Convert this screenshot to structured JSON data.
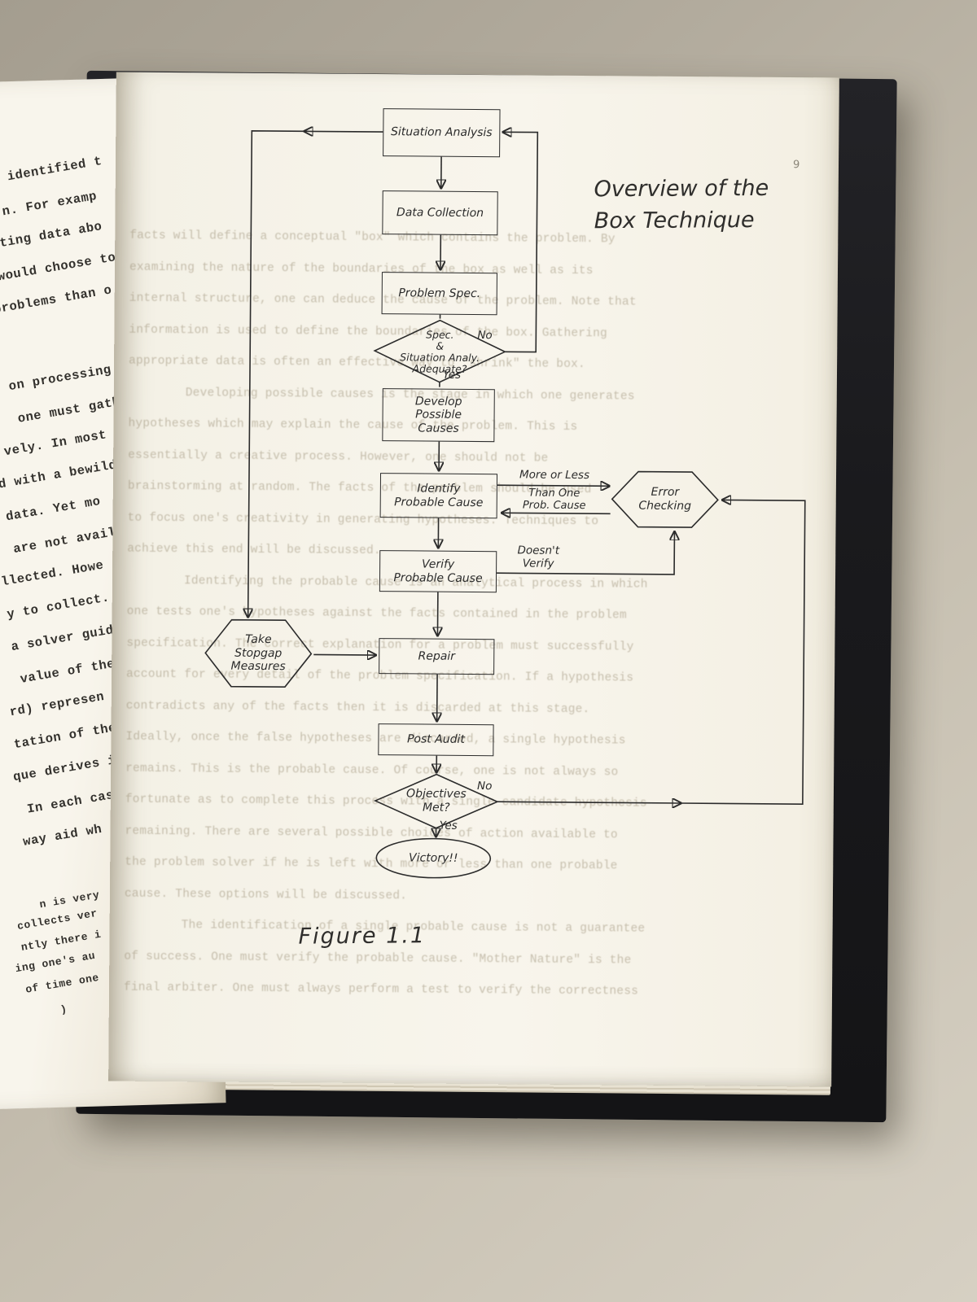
{
  "colors": {
    "ink": "#2b2b2b",
    "paper": "#f7f4ea",
    "cover": "#1b1b1e",
    "desk": "#c0b9aa"
  },
  "scene": {
    "handwritten_title": "Overview of the\nBox Technique",
    "figure_caption": "Figure 1.1",
    "page_number": "9"
  },
  "flowchart": {
    "nodes": {
      "situation_analysis": {
        "type": "rect",
        "label": "Situation Analysis"
      },
      "data_collection": {
        "type": "rect",
        "label": "Data Collection"
      },
      "problem_spec": {
        "type": "rect",
        "label": "Problem Spec."
      },
      "spec_adequate": {
        "type": "diamond",
        "label": "Spec.\n&\nSituation Analy.\nAdequate?"
      },
      "develop_possible_causes": {
        "type": "rect",
        "label": "Develop\nPossible\nCauses"
      },
      "identify_probable_cause": {
        "type": "rect",
        "label": "Identify\nProbable Cause"
      },
      "error_checking": {
        "type": "hexagon",
        "label": "Error\nChecking"
      },
      "verify_probable_cause": {
        "type": "rect",
        "label": "Verify\nProbable Cause"
      },
      "take_stopgap_measures": {
        "type": "hexagon",
        "label": "Take\nStopgap\nMeasures"
      },
      "repair": {
        "type": "rect",
        "label": "Repair"
      },
      "post_audit": {
        "type": "rect",
        "label": "Post Audit"
      },
      "objectives_met": {
        "type": "diamond",
        "label": "Objectives\nMet?"
      },
      "victory": {
        "type": "oval",
        "label": "Victory!!"
      }
    },
    "edge_labels": {
      "no_top": "No",
      "yes_top": "Yes",
      "more_or_less_1": "More or Less",
      "more_or_less_2": "Than One\nProb. Cause",
      "doesnt_verify": "Doesn't\nVerify",
      "no_bottom": "No",
      "yes_bottom": "Yes"
    },
    "edges": [
      {
        "from": "situation_analysis",
        "to": "data_collection"
      },
      {
        "from": "data_collection",
        "to": "problem_spec"
      },
      {
        "from": "problem_spec",
        "to": "spec_adequate"
      },
      {
        "from": "spec_adequate",
        "to": "situation_analysis",
        "label": "No"
      },
      {
        "from": "spec_adequate",
        "to": "develop_possible_causes",
        "label": "Yes"
      },
      {
        "from": "develop_possible_causes",
        "to": "identify_probable_cause"
      },
      {
        "from": "identify_probable_cause",
        "to": "error_checking",
        "label": "More or Less Than One Prob. Cause"
      },
      {
        "from": "error_checking",
        "to": "identify_probable_cause"
      },
      {
        "from": "identify_probable_cause",
        "to": "verify_probable_cause"
      },
      {
        "from": "verify_probable_cause",
        "to": "error_checking",
        "label": "Doesn't Verify"
      },
      {
        "from": "verify_probable_cause",
        "to": "repair"
      },
      {
        "from": "situation_analysis",
        "to": "take_stopgap_measures"
      },
      {
        "from": "take_stopgap_measures",
        "to": "repair"
      },
      {
        "from": "repair",
        "to": "post_audit"
      },
      {
        "from": "post_audit",
        "to": "objectives_met"
      },
      {
        "from": "objectives_met",
        "to": "error_checking",
        "label": "No"
      },
      {
        "from": "objectives_met",
        "to": "victory",
        "label": "Yes"
      }
    ]
  },
  "left_page": {
    "lines": [
      {
        "text": "e identified t",
        "indent": 4
      },
      {
        "text": "n.  For examp",
        "indent": 16
      },
      {
        "text": "cting data abo",
        "indent": 2
      },
      {
        "text": "would choose to",
        "indent": 8
      },
      {
        "text": "problems than o",
        "indent": 2
      },
      {
        "text": "on processing",
        "indent": 18,
        "gap": 55
      },
      {
        "text": "one must gath",
        "indent": 28
      },
      {
        "text": "vely.  In most",
        "indent": 10
      },
      {
        "text": "d with a bewild",
        "indent": 2
      },
      {
        "text": "data.  Yet mo",
        "indent": 10
      },
      {
        "text": "are not avail",
        "indent": 18
      },
      {
        "text": "llected.  Howe",
        "indent": 2
      },
      {
        "text": "y to collect.",
        "indent": 8
      },
      {
        "text": "a solver guide",
        "indent": 12
      },
      {
        "text": "value of the",
        "indent": 22
      },
      {
        "text": "rd) represen",
        "indent": 8
      },
      {
        "text": "tation of the",
        "indent": 12
      },
      {
        "text": "que derives i",
        "indent": 10
      },
      {
        "text": "In each case",
        "indent": 26
      },
      {
        "text": "way aid wh",
        "indent": 20
      },
      {
        "text": "n is very",
        "indent": 38,
        "gap": 45,
        "small": true
      },
      {
        "text": "collects ver",
        "indent": 10,
        "small": true
      },
      {
        "text": "ntly there i",
        "indent": 14,
        "small": true
      },
      {
        "text": "ing one's au",
        "indent": 6,
        "small": true
      },
      {
        "text": "of time one",
        "indent": 18,
        "small": true
      },
      {
        "text": ")",
        "indent": 60,
        "small": true
      }
    ]
  },
  "bleedthrough": {
    "lines": [
      {
        "text": "facts will define a conceptual \"box\" which contains the problem.  By",
        "indent": 0
      },
      {
        "text": "examining the nature of the boundaries of the box as well as its",
        "indent": 0
      },
      {
        "text": "internal structure, one can deduce the cause of the problem.  Note that",
        "indent": 0
      },
      {
        "text": "information is used to define the boundaries of the box.  Gathering",
        "indent": 0
      },
      {
        "text": "appropriate data is often an effective way to \"shrink\" the box.",
        "indent": 0
      },
      {
        "text": "Developing possible causes is the stage in which one generates",
        "indent": 70
      },
      {
        "text": "hypotheses which may explain the cause of the problem.  This is",
        "indent": 0
      },
      {
        "text": "essentially a creative process.  However, one should not be",
        "indent": 0
      },
      {
        "text": "brainstorming at random.  The facts of the problem should be used",
        "indent": 0
      },
      {
        "text": "to focus one's creativity in generating hypotheses.  Techniques to",
        "indent": 0
      },
      {
        "text": "achieve this end will be discussed.",
        "indent": 0
      },
      {
        "text": "Identifying the probable cause is an analytical process in which",
        "indent": 70
      },
      {
        "text": "one tests one's hypotheses against the facts contained in the problem",
        "indent": 0
      },
      {
        "text": "specification.  The correct explanation for a problem must successfully",
        "indent": 0
      },
      {
        "text": "account for every detail of the problem specification.  If a hypothesis",
        "indent": 0
      },
      {
        "text": "contradicts any of the facts then it is discarded at this stage.",
        "indent": 0
      },
      {
        "text": "Ideally, once the false hypotheses are discarded, a single hypothesis",
        "indent": 0
      },
      {
        "text": "remains.  This is the probable cause.  Of course, one is not always so",
        "indent": 0
      },
      {
        "text": "fortunate as to complete this process with a single candidate hypothesis",
        "indent": 0
      },
      {
        "text": "remaining.  There are several possible choices of action available to",
        "indent": 0
      },
      {
        "text": "the problem solver if he is left with more or less than one probable",
        "indent": 0
      },
      {
        "text": "cause.  These options will be discussed.",
        "indent": 0
      },
      {
        "text": "The identification of a single probable cause is not a guarantee",
        "indent": 70
      },
      {
        "text": "of success.  One must verify the probable cause.  \"Mother Nature\" is the",
        "indent": 0
      },
      {
        "text": "final arbiter.  One must always perform a test to verify the correctness",
        "indent": 0
      }
    ]
  }
}
